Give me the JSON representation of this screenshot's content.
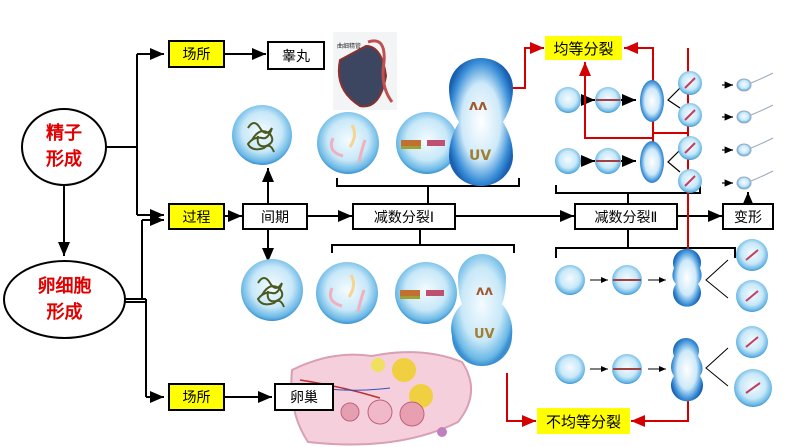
{
  "nodes": {
    "sperm_formation": "精子\n形成",
    "sperm_line1": "精子",
    "sperm_line2": "形成",
    "egg_line1": "卵细胞",
    "egg_line2": "形成",
    "place_top": "场所",
    "testis": "睾丸",
    "process": "过程",
    "interphase": "间期",
    "meiosis1": "减数分裂Ⅰ",
    "meiosis2": "减数分裂Ⅱ",
    "transform": "变形",
    "place_bottom": "场所",
    "ovary": "卵巢",
    "equal_division": "均等分裂",
    "unequal_division": "不均等分裂"
  },
  "colors": {
    "highlight": "#ffff00",
    "title_text": "#e00000",
    "red_arrow": "#d40000",
    "cell_fill": "#a8d8f0",
    "cell_edge": "#3a8fd0"
  },
  "illustrations": {
    "testis_label": "曲细精管"
  }
}
